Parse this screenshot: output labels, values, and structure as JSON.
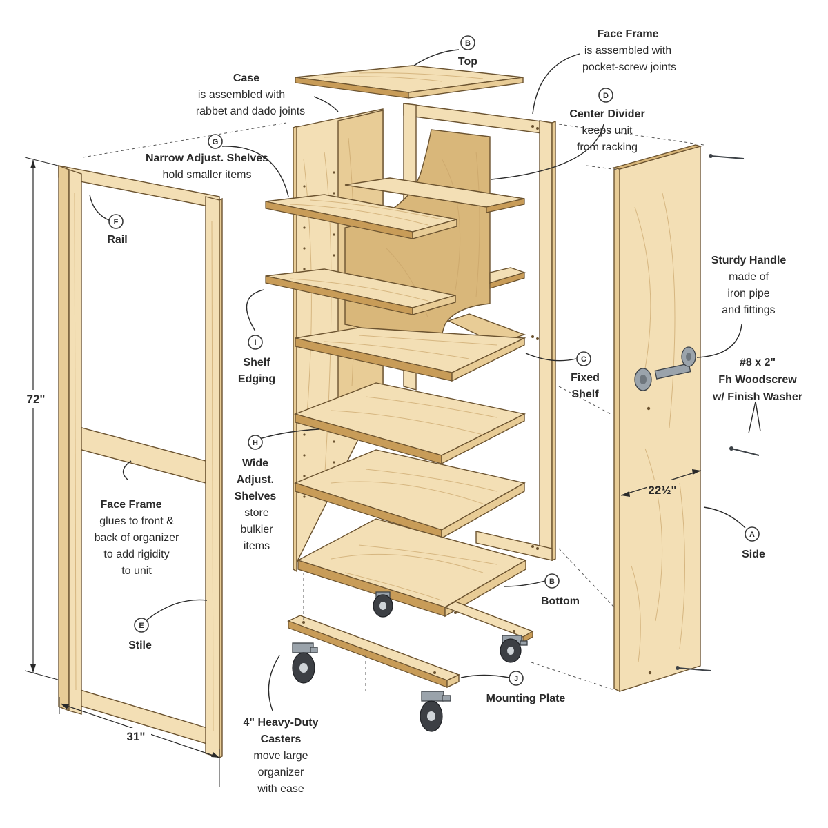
{
  "colors": {
    "wood_light": "#f3dfb5",
    "wood_mid": "#e8cc96",
    "wood_dark": "#d9b77a",
    "ink": "#2a2a2a",
    "metal": "#9aa3ab"
  },
  "callouts": {
    "top": {
      "badge": "B",
      "lines": [
        "Top"
      ]
    },
    "face_frame_top": {
      "lines": [
        "Face Frame",
        "is assembled with",
        "pocket-screw joints"
      ]
    },
    "case": {
      "lines": [
        "Case",
        "is assembled with",
        "rabbet and dado joints"
      ]
    },
    "center_divider": {
      "badge": "D",
      "lines": [
        "Center Divider",
        "keeps unit",
        "from racking"
      ]
    },
    "narrow_shelves": {
      "badge": "G",
      "lines": [
        "Narrow Adjust. Shelves",
        "hold smaller items"
      ]
    },
    "rail": {
      "badge": "F",
      "lines": [
        "Rail"
      ]
    },
    "sturdy_handle": {
      "lines": [
        "Sturdy Handle",
        "made of",
        "iron pipe",
        "and fittings"
      ]
    },
    "shelf_edging": {
      "badge": "I",
      "lines": [
        "Shelf",
        "Edging"
      ]
    },
    "fixed_shelf": {
      "badge": "C",
      "lines": [
        "Fixed",
        "Shelf"
      ]
    },
    "woodscrew": {
      "lines": [
        "#8 x 2\"",
        "Fh Woodscrew",
        "w/ Finish Washer"
      ]
    },
    "wide_shelves": {
      "badge": "H",
      "lines": [
        "Wide",
        "Adjust.",
        "Shelves",
        "store",
        "bulkier",
        "items"
      ]
    },
    "face_frame_side": {
      "lines": [
        "Face Frame",
        "glues to front &",
        "back of organizer",
        "to add rigidity",
        "to unit"
      ]
    },
    "side": {
      "badge": "A",
      "lines": [
        "Side"
      ]
    },
    "stile": {
      "badge": "E",
      "lines": [
        "Stile"
      ]
    },
    "bottom": {
      "badge": "B",
      "lines": [
        "Bottom"
      ]
    },
    "mounting_plate": {
      "badge": "J",
      "lines": [
        "Mounting Plate"
      ]
    },
    "casters": {
      "lines": [
        "4\" Heavy-Duty",
        "Casters",
        "move large",
        "organizer",
        "with ease"
      ]
    }
  },
  "dimensions": {
    "height": "72\"",
    "width": "31\"",
    "depth": "22½\""
  }
}
